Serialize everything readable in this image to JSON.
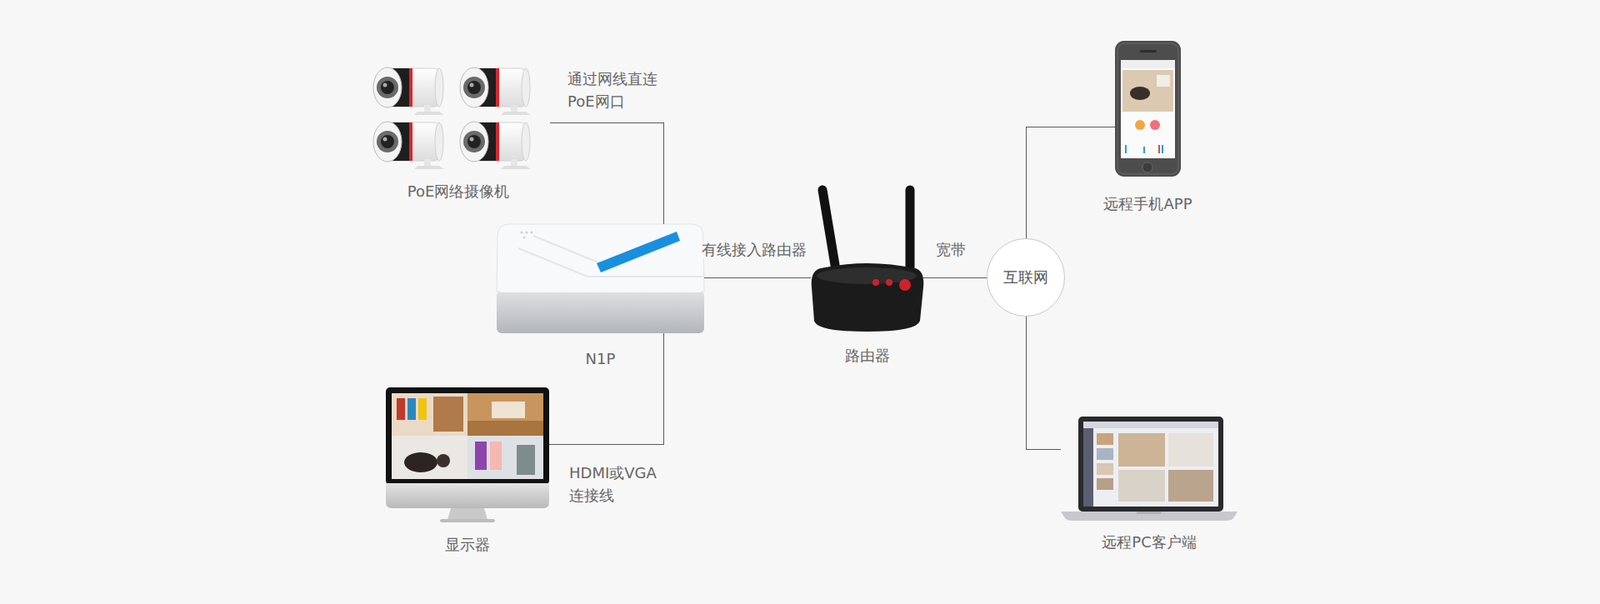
{
  "diagram": {
    "nodes": [
      {
        "text": [
          "PoE网络摄像机"
        ]
      },
      {
        "text": [
          "N1P"
        ]
      },
      {
        "text": [
          "显示器"
        ]
      },
      {
        "text": [
          "路由器"
        ]
      },
      {
        "text": [
          "互联网"
        ]
      },
      {
        "text": [
          "远程手机APP"
        ]
      },
      {
        "text": [
          "远程PC客户端"
        ]
      }
    ],
    "edges": [
      {
        "from": 0,
        "to": 1,
        "arrow": "none",
        "label": "通过网线直连 PoE网口"
      },
      {
        "from": 1,
        "to": 2,
        "arrow": "none",
        "label": "HDMI或VGA 连接线"
      },
      {
        "from": 1,
        "to": 3,
        "arrow": "none",
        "label": "有线接入路由器"
      },
      {
        "from": 3,
        "to": 4,
        "arrow": "none",
        "label": "宽带"
      },
      {
        "from": 4,
        "to": 5,
        "arrow": "none"
      },
      {
        "from": 4,
        "to": 6,
        "arrow": "none"
      }
    ]
  }
}
